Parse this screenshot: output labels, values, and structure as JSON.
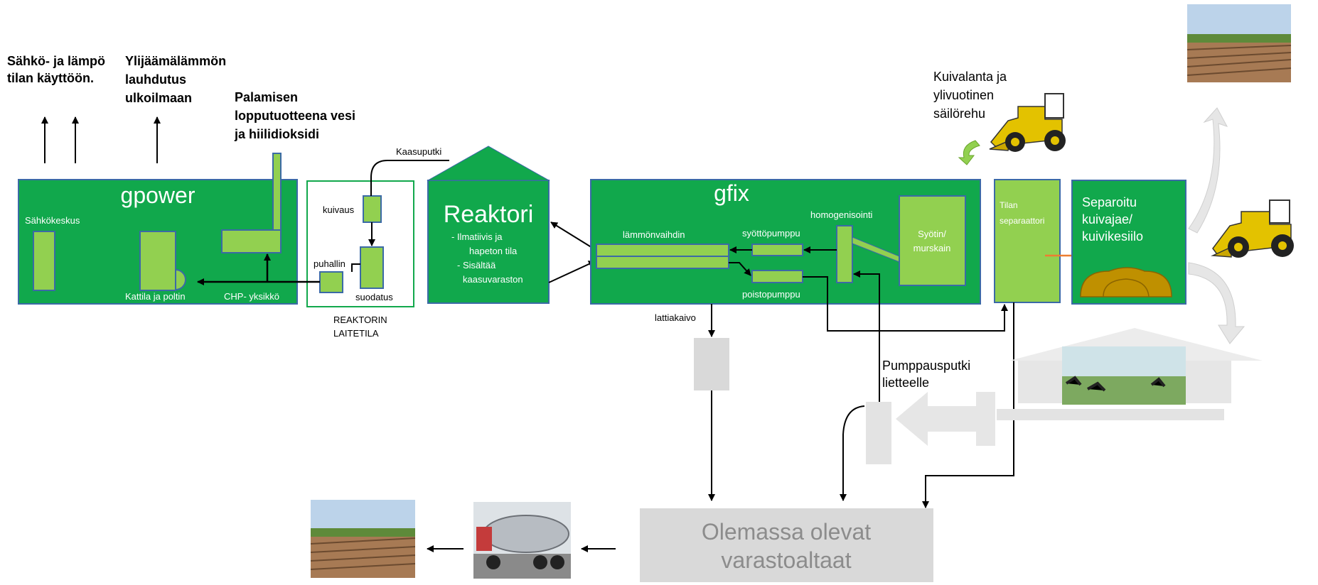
{
  "top_labels": {
    "electricity": [
      "Sähkö- ja lämpö",
      "tilan käyttöön."
    ],
    "excess_heat": [
      "Ylijäämälämmön",
      "lauhdutus",
      "ulkoilmaan"
    ],
    "combustion": [
      "Palamisen",
      "lopputuotteena vesi",
      "ja hiilidioksidi"
    ]
  },
  "gpower": {
    "title": "gpower",
    "sahkokeskus": "Sähkökeskus",
    "kattila": "Kattila ja poltin",
    "chp": "CHP- yksikkö"
  },
  "laitetila": {
    "kuivaus": "kuivaus",
    "puhallin": "puhallin",
    "suodatus": "suodatus",
    "caption": [
      "REAKTORIN",
      "LAITETILA"
    ],
    "kaasuputki": "Kaasuputki"
  },
  "reaktori": {
    "title": "Reaktori",
    "bullets": [
      "-     Ilmatiivis ja",
      "hapeton tila",
      "-     Sisältää",
      "kaasuvaraston"
    ]
  },
  "gfix": {
    "title": "gfix",
    "lammonvaihdin": "lämmönvaihdin",
    "syottopumppu": "syöttöpumppu",
    "homogenisointi": "homogenisointi",
    "syotin": [
      "Syötin/",
      "murskain"
    ],
    "poistopumppu": "poistopumppu",
    "lattiakaivo": "lattiakaivo"
  },
  "kuivalanta": [
    "Kuivalanta ja",
    "ylivuotinen",
    "säilörehu"
  ],
  "separaattori": [
    "Tilan",
    "separaattori"
  ],
  "siilo": [
    "Separoitu",
    "kuivajae/",
    "kuivikesiilo"
  ],
  "pumppausputki": [
    "Pumppausputki",
    "lietteelle"
  ],
  "varastoaltaat": [
    "Olemassa olevat",
    "varastoaltaat"
  ],
  "colors": {
    "dark_green": "#11a84c",
    "light_green": "#92d050",
    "grey": "#d9d9d9",
    "grey_text": "#8c8c8c"
  }
}
